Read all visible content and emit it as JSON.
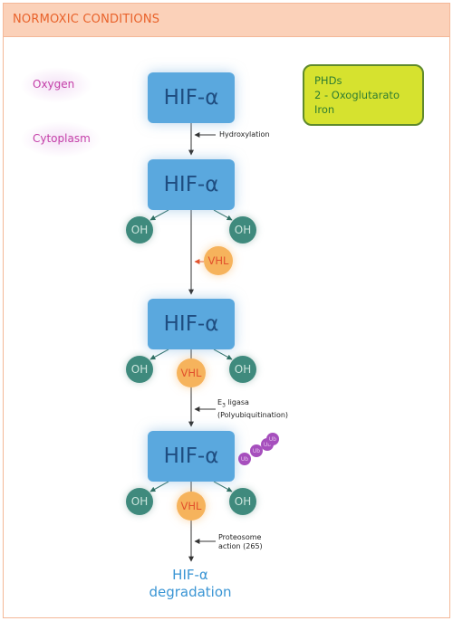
{
  "header": {
    "title": "NORMOXIC CONDITIONS"
  },
  "side_labels": {
    "oxygen": "Oxygen",
    "cytoplasm": "Cytoplasm"
  },
  "cofactors": {
    "line1": "PHDs",
    "line2": "2 - Oxoglutarato",
    "line3": "Iron"
  },
  "nodes": {
    "hif_label": "HIF-α",
    "oh_label": "OH",
    "vhl_label": "VHL",
    "ub_label": "Ub"
  },
  "steps": {
    "hydroxylation": "Hydroxylation",
    "e3_prefix": "E",
    "e3_sub": "3",
    "e3_suffix": " ligasa",
    "polyubiquitination": "(Polyubiquitination)",
    "proteosome_line1": "Proteosome",
    "proteosome_line2": "action (265)"
  },
  "final": {
    "line1": "HIF-α",
    "line2": "degradation"
  },
  "colors": {
    "header_bg": "#fbd1b9",
    "header_text": "#e9622a",
    "hif_box": "#5aa8de",
    "oh_circle": "#3f8a7d",
    "vhl_circle": "#f6b35c",
    "ub_circle": "#a64fbd",
    "cofactor_box": "#d6e22f",
    "label_magenta": "#c43fa8",
    "final_text": "#3a95d4"
  }
}
